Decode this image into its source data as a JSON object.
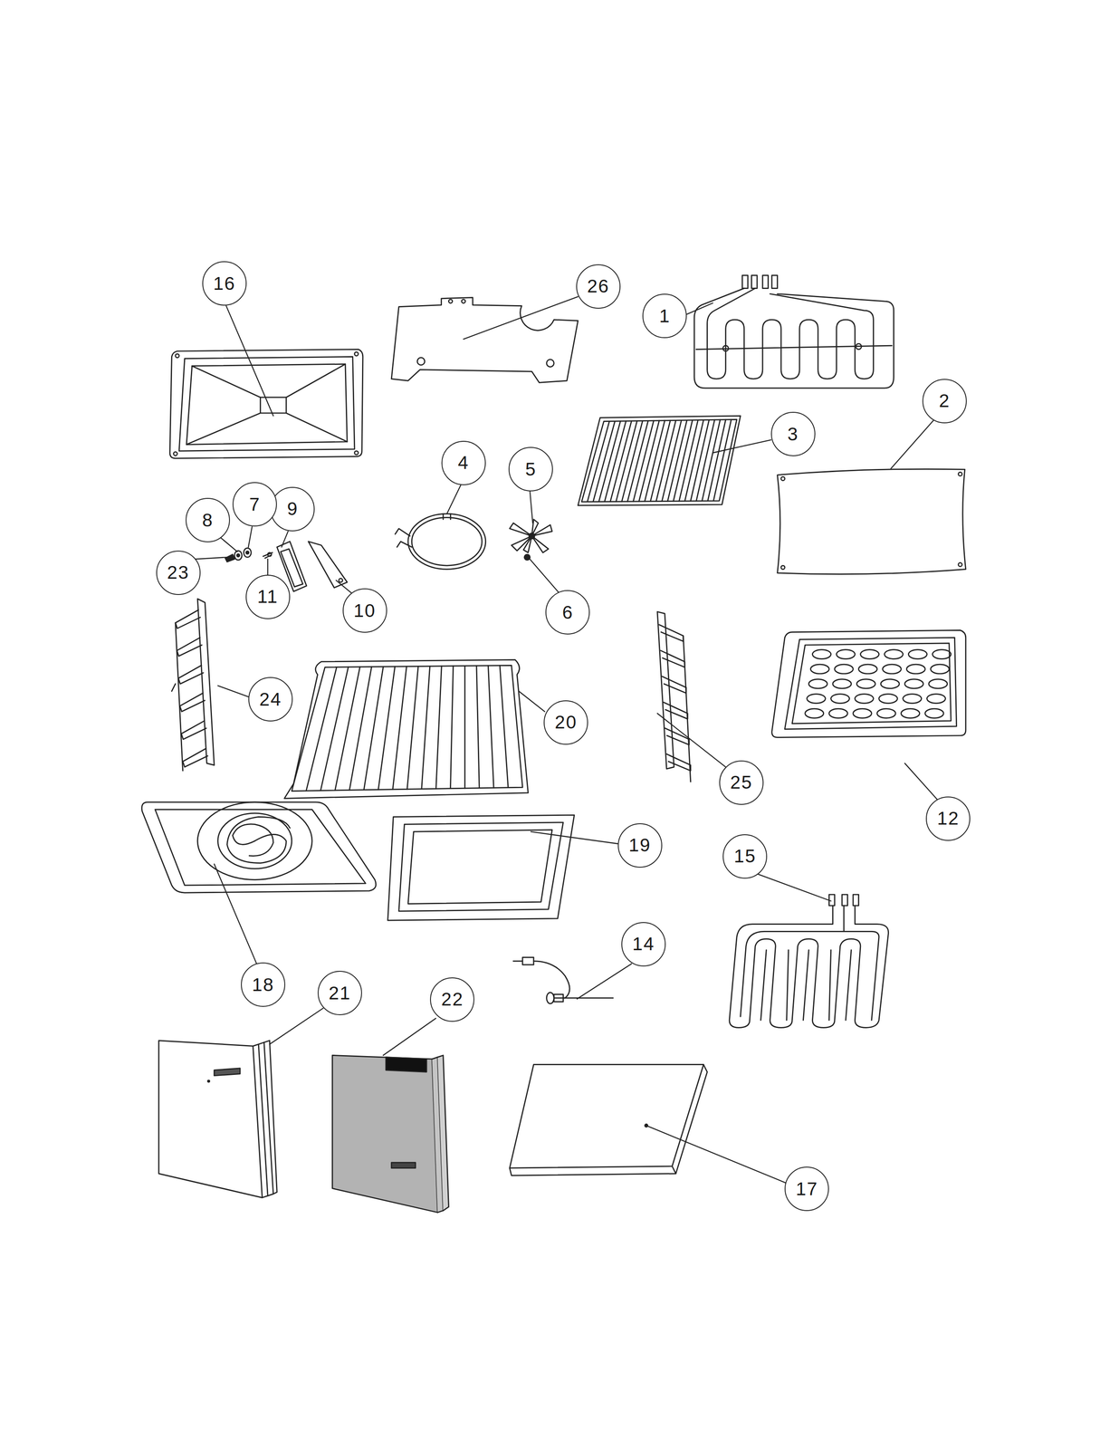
{
  "diagram": {
    "nodes": [
      {
        "text": [
          "16"
        ]
      },
      {
        "text": [
          "26"
        ]
      },
      {
        "text": [
          "1"
        ]
      },
      {
        "text": [
          "2"
        ]
      },
      {
        "text": [
          "3"
        ]
      },
      {
        "text": [
          "4"
        ]
      },
      {
        "text": [
          "5"
        ]
      },
      {
        "text": [
          "9"
        ]
      },
      {
        "text": [
          "7"
        ]
      },
      {
        "text": [
          "8"
        ]
      },
      {
        "text": [
          "23"
        ]
      },
      {
        "text": [
          "11"
        ]
      },
      {
        "text": [
          "10"
        ]
      },
      {
        "text": [
          "6"
        ]
      },
      {
        "text": [
          "24"
        ]
      },
      {
        "text": [
          "20"
        ]
      },
      {
        "text": [
          "25"
        ]
      },
      {
        "text": [
          "12"
        ]
      },
      {
        "text": [
          "19"
        ]
      },
      {
        "text": [
          "15"
        ]
      },
      {
        "text": [
          "14"
        ]
      },
      {
        "text": [
          "18"
        ]
      },
      {
        "text": [
          "21"
        ]
      },
      {
        "text": [
          "22"
        ]
      },
      {
        "text": [
          "17"
        ]
      }
    ]
  }
}
